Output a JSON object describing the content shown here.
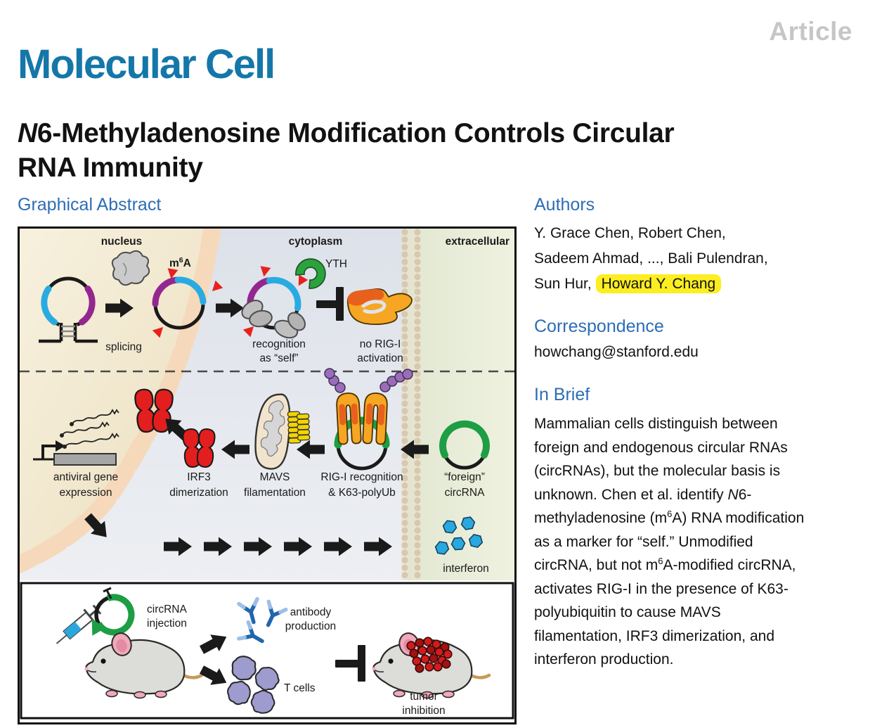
{
  "palette": {
    "logo_blue": "#1577A9",
    "heading_blue": "#2D6DB5",
    "article_gray": "#C6C6C9",
    "highlight_yellow": "#FCEE21",
    "circrna_green": "#1D9E44",
    "m6a_red": "#E8211D",
    "exon_purple": "#93278F",
    "exon_cyan": "#29ABE2",
    "rigi_orange": "#F6A623",
    "interferon_blue": "#29A8DF"
  },
  "header": {
    "article_label": "Article",
    "journal_name": "Molecular Cell",
    "title": [
      {
        "t": "N",
        "s": "i"
      },
      {
        "t": "6-Methyladenosine Modification Controls Circular"
      },
      {
        "s": "br"
      },
      {
        "t": "RNA Immunity"
      }
    ]
  },
  "left": {
    "graphical_abstract_heading": "Graphical Abstract"
  },
  "right": {
    "authors_heading": "Authors",
    "authors": [
      {
        "t": "Y. Grace Chen, Robert Chen,"
      },
      {
        "s": "br"
      },
      {
        "t": "Sadeem Ahmad, ..., Bali Pulendran,"
      },
      {
        "s": "br"
      },
      {
        "t": "Sun Hur, "
      },
      {
        "t": "Howard Y. Chang",
        "s": "hl"
      }
    ],
    "correspondence_heading": "Correspondence",
    "correspondence_email": "howchang@stanford.edu",
    "in_brief_heading": "In Brief",
    "in_brief": [
      {
        "t": "Mammalian cells distinguish between"
      },
      {
        "s": "br"
      },
      {
        "t": "foreign and endogenous circular RNAs"
      },
      {
        "s": "br"
      },
      {
        "t": "(circRNAs), but the molecular basis is"
      },
      {
        "s": "br"
      },
      {
        "t": "unknown. Chen et al. identify "
      },
      {
        "t": "N",
        "s": "i"
      },
      {
        "t": "6-"
      },
      {
        "s": "br"
      },
      {
        "t": "methyladenosine (m"
      },
      {
        "t": "6",
        "s": "sup"
      },
      {
        "t": "A) RNA modification"
      },
      {
        "s": "br"
      },
      {
        "t": "as a marker for “self.” Unmodified"
      },
      {
        "s": "br"
      },
      {
        "t": "circRNA, but not m"
      },
      {
        "t": "6",
        "s": "sup"
      },
      {
        "t": "A-modified circRNA,"
      },
      {
        "s": "br"
      },
      {
        "t": "activates RIG-I in the presence of K63-"
      },
      {
        "s": "br"
      },
      {
        "t": "polyubiquitin to cause MAVS"
      },
      {
        "s": "br"
      },
      {
        "t": "filamentation, IRF3 dimerization, and"
      },
      {
        "s": "br"
      },
      {
        "t": "interferon production."
      }
    ]
  },
  "figure": {
    "regions": {
      "nucleus": "nucleus",
      "cytoplasm": "cytoplasm",
      "extracellular": "extracellular"
    },
    "labels": {
      "m6a_parts": [
        "m",
        "6",
        "A"
      ],
      "splicing": "splicing",
      "yth": "YTH",
      "recognition": [
        "recognition",
        "as “self”"
      ],
      "no_rigi": [
        "no RIG-I",
        "activation"
      ],
      "foreign_circ": [
        "“foreign”",
        "circRNA"
      ],
      "rigi_recognition": [
        "RIG-I recognition",
        "& K63-polyUb"
      ],
      "mavs": [
        "MAVS",
        "filamentation"
      ],
      "irf3": [
        "IRF3",
        "dimerization"
      ],
      "antiviral": [
        "antiviral gene",
        "expression"
      ],
      "interferon": "interferon"
    },
    "panel": {
      "circ_injection": [
        "circRNA",
        "injection"
      ],
      "antibody": [
        "antibody",
        "production"
      ],
      "t_cells": "T cells",
      "tumor": [
        "tumor",
        "inhibition"
      ]
    }
  }
}
